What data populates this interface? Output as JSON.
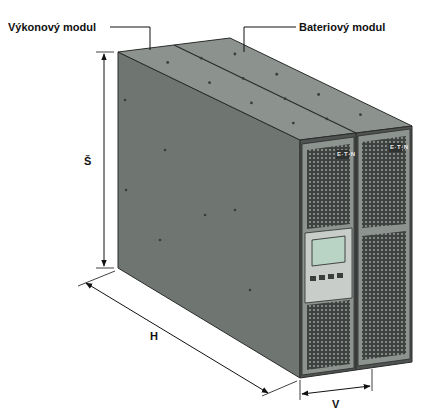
{
  "diagram": {
    "labels": [
      "Výkonový modul",
      "Bateriový modul",
      "Š",
      "H",
      "V",
      "E·T·N",
      "E·T·N"
    ]
  }
}
